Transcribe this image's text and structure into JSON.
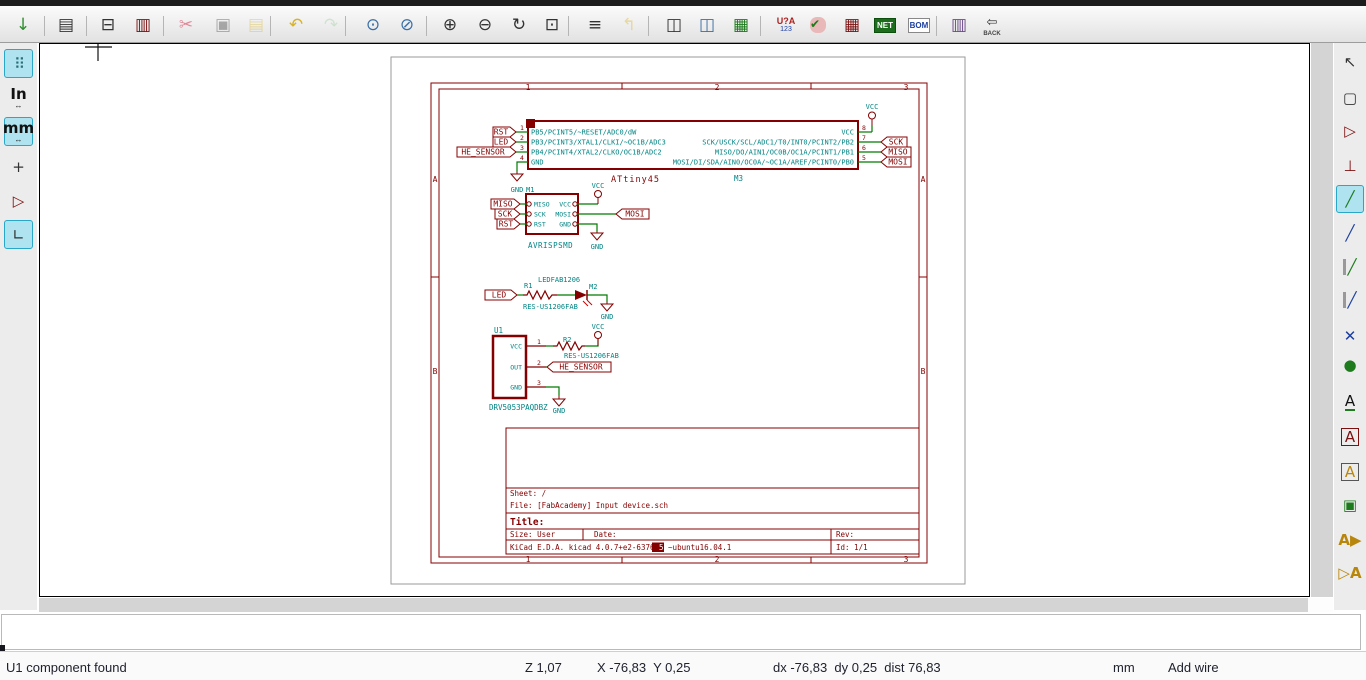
{
  "toolbar_top": {
    "items": [
      {
        "name": "save",
        "glyph": "↓"
      },
      {
        "name": "page-settings",
        "glyph": "▤"
      },
      {
        "name": "print",
        "glyph": "⊟"
      },
      {
        "name": "plot",
        "glyph": "▥"
      },
      {
        "name": "cut",
        "glyph": "✂"
      },
      {
        "name": "copy",
        "glyph": "▣"
      },
      {
        "name": "paste",
        "glyph": "▤"
      },
      {
        "name": "undo",
        "glyph": "↶"
      },
      {
        "name": "redo",
        "glyph": "↷"
      },
      {
        "name": "find",
        "glyph": "⊙"
      },
      {
        "name": "find-replace",
        "glyph": "⊘"
      },
      {
        "name": "zoom-in",
        "glyph": "⊕"
      },
      {
        "name": "zoom-out",
        "glyph": "⊖"
      },
      {
        "name": "redraw",
        "glyph": "↻"
      },
      {
        "name": "zoom-fit",
        "glyph": "⊡"
      },
      {
        "name": "hierarchy-navigator",
        "glyph": "≡"
      },
      {
        "name": "leave-sheet",
        "glyph": "↰"
      },
      {
        "name": "library-editor",
        "glyph": "◫"
      },
      {
        "name": "library-browser",
        "glyph": "◫"
      },
      {
        "name": "footprint-editor",
        "glyph": "▦"
      },
      {
        "name": "annotate",
        "glyph": "U?A",
        "sub": "123"
      },
      {
        "name": "erc",
        "glyph": "✔"
      },
      {
        "name": "edit-fields",
        "glyph": "▦"
      },
      {
        "name": "netlist",
        "glyph": "NET"
      },
      {
        "name": "bom",
        "glyph": "BOM"
      },
      {
        "name": "assign-footprints",
        "glyph": "▥"
      },
      {
        "name": "back",
        "glyph": "⇦",
        "sub": "BACK"
      }
    ]
  },
  "toolbar_left": {
    "items": [
      {
        "name": "grid-toggle",
        "glyph": "⠿",
        "selected": true
      },
      {
        "name": "units-inch",
        "glyph": "In",
        "sub": "↔"
      },
      {
        "name": "units-mm",
        "glyph": "mm",
        "sub": "↔",
        "selected": true
      },
      {
        "name": "cursor-shape",
        "glyph": "+"
      },
      {
        "name": "hidden-pins",
        "glyph": "▷"
      },
      {
        "name": "hv-wires",
        "glyph": "∟",
        "selected": true
      }
    ]
  },
  "toolbar_right": {
    "items": [
      {
        "name": "cursor",
        "glyph": "↖"
      },
      {
        "name": "highlight-net",
        "glyph": "▢"
      },
      {
        "name": "place-component",
        "glyph": "▷"
      },
      {
        "name": "place-power-port",
        "glyph": "⊥"
      },
      {
        "name": "place-wire",
        "glyph": "╱",
        "selected": true
      },
      {
        "name": "place-bus",
        "glyph": "╱"
      },
      {
        "name": "wire-to-bus-entry",
        "glyph": "╱"
      },
      {
        "name": "bus-to-bus-entry",
        "glyph": "╱"
      },
      {
        "name": "no-connect-flag",
        "glyph": "✕"
      },
      {
        "name": "place-junction",
        "glyph": "●"
      },
      {
        "name": "place-net-label",
        "glyph": "A"
      },
      {
        "name": "place-global-label",
        "glyph": "A"
      },
      {
        "name": "place-hierarchical-label",
        "glyph": "A"
      },
      {
        "name": "place-hierarchical-sheet",
        "glyph": "▣"
      },
      {
        "name": "import-sheet-pin",
        "glyph": "A▶"
      },
      {
        "name": "place-sheet-pin",
        "glyph": "▷A"
      }
    ]
  },
  "statusbar": {
    "message": "U1 component found",
    "zoom": "Z 1,07",
    "position": "X -76,83  Y 0,25",
    "delta": "dx -76,83  dy 0,25  dist 76,83",
    "units": "mm",
    "tool": "Add wire"
  },
  "sheet": {
    "frame_cols": [
      "1",
      "2",
      "3"
    ],
    "frame_rows": [
      "A",
      "B"
    ],
    "title_block": {
      "sheet": "Sheet: /",
      "file": "File: [FabAcademy] Input device.sch",
      "title": "Title:",
      "size": "Size: User",
      "date": "Date:",
      "rev": "Rev:",
      "version_pre": "KiCad E.D.A.  kicad 4.0.7+e2-6376~",
      "version_sel": "58",
      "version_post": "~ubuntu16.04.1",
      "id": "Id: 1/1"
    }
  },
  "schematic": {
    "colors": {
      "wire": "#007a00",
      "component": "#840000",
      "field": "#008484"
    },
    "power": {
      "vcc": "VCC",
      "gnd": "GND"
    },
    "attiny": {
      "ref": "M3",
      "value": "ATtiny45",
      "left_labels": [
        "RST",
        "LED",
        "HE_SENSOR"
      ],
      "pins_left": [
        {
          "num": "1",
          "name": "PB5/PCINT5/~RESET/ADC0/dW"
        },
        {
          "num": "2",
          "name": "PB3/PCINT3/XTAL1/CLKI/~OC1B/ADC3"
        },
        {
          "num": "3",
          "name": "PB4/PCINT4/XTAL2/CLKO/OC1B/ADC2"
        },
        {
          "num": "4",
          "name": "GND"
        }
      ],
      "pins_right": [
        {
          "num": "8",
          "name": "VCC"
        },
        {
          "num": "7",
          "name": "SCK/USCK/SCL/ADC1/T0/INT0/PCINT2/PB2",
          "label": "SCK"
        },
        {
          "num": "6",
          "name": "MISO/DO/AIN1/OC0B/OC1A/PCINT1/PB1",
          "label": "MISO"
        },
        {
          "num": "5",
          "name": "MOSI/DI/SDA/AIN0/OC0A/~OC1A/AREF/PCINT0/PB0",
          "label": "MOSI"
        }
      ]
    },
    "isp": {
      "ref": "M1",
      "value": "AVRISPSMD",
      "left": [
        {
          "name": "MISO",
          "label": "MISO"
        },
        {
          "name": "SCK",
          "label": "SCK"
        },
        {
          "name": "RST",
          "label": "RST"
        }
      ],
      "right": [
        {
          "name": "VCC"
        },
        {
          "name": "MOSI",
          "label": "MOSI"
        },
        {
          "name": "GND"
        }
      ]
    },
    "led": {
      "ref": "M2",
      "value": "LEDFAB1206",
      "net_label": "LED",
      "r_ref": "R1",
      "r_value": "RES-US1206FAB"
    },
    "hall": {
      "ref": "U1",
      "value": "DRV5053PAQDBZ",
      "net_label": "HE_SENSOR",
      "r_ref": "R2",
      "r_value": "RES-US1206FAB",
      "pins": [
        {
          "num": "1",
          "name": "VCC"
        },
        {
          "num": "2",
          "name": "OUT"
        },
        {
          "num": "3",
          "name": "GND"
        }
      ]
    }
  }
}
